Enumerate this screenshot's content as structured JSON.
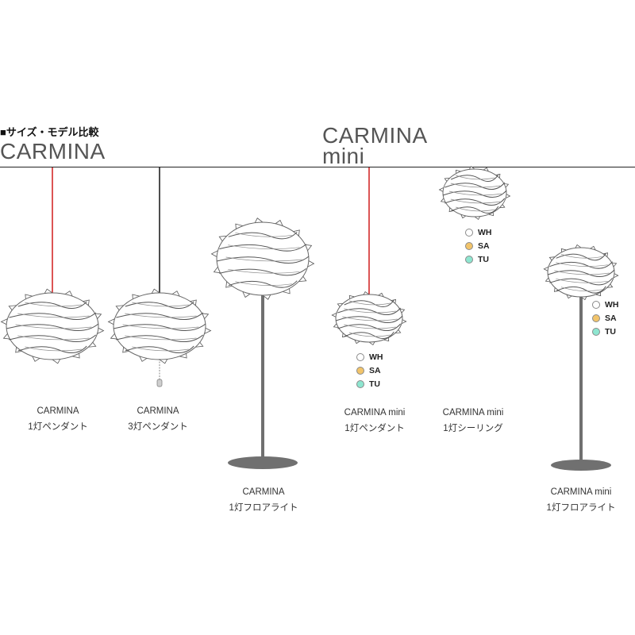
{
  "header": {
    "label": "■サイズ・モデル比較",
    "series": [
      {
        "name": "CARMINA",
        "sub": ""
      },
      {
        "name": "CARMINA",
        "sub": "mini"
      }
    ]
  },
  "colors": {
    "cord_red": "#d42a2a",
    "cord_black": "#222222",
    "stand": "#707070",
    "finish_white": "#ffffff",
    "finish_sand": "#f2c46a",
    "finish_turquoise": "#8ee6d0"
  },
  "products": [
    {
      "id": "carmina-pendant-1",
      "name": "CARMINA",
      "type": "1灯ペンダント",
      "cord": "red"
    },
    {
      "id": "carmina-pendant-3",
      "name": "CARMINA",
      "type": "3灯ペンダント",
      "cord": "black"
    },
    {
      "id": "carmina-floor",
      "name": "CARMINA",
      "type": "1灯フロアライト"
    },
    {
      "id": "carmina-mini-pendant",
      "name": "CARMINA mini",
      "type": "1灯ペンダント",
      "cord": "red"
    },
    {
      "id": "carmina-mini-ceiling",
      "name": "CARMINA mini",
      "type": "1灯シーリング"
    },
    {
      "id": "carmina-mini-floor",
      "name": "CARMINA mini",
      "type": "1灯フロアライト"
    }
  ],
  "finishes": [
    {
      "code": "WH",
      "color": "#ffffff"
    },
    {
      "code": "SA",
      "color": "#f2c46a"
    },
    {
      "code": "TU",
      "color": "#8ee6d0"
    }
  ]
}
